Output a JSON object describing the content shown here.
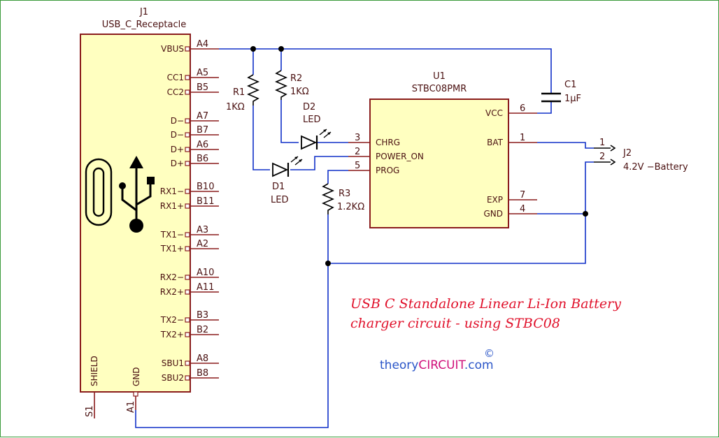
{
  "j1": {
    "ref": "J1",
    "value": "USB_C_Receptacle",
    "pins": [
      {
        "name": "VBUS",
        "num": "A4"
      },
      {
        "name": "CC1",
        "num": "A5"
      },
      {
        "name": "CC2",
        "num": "B5"
      },
      {
        "name": "D−",
        "num": "A7"
      },
      {
        "name": "D−",
        "num": "B7"
      },
      {
        "name": "D+",
        "num": "A6"
      },
      {
        "name": "D+",
        "num": "B6"
      },
      {
        "name": "RX1−",
        "num": "B10"
      },
      {
        "name": "RX1+",
        "num": "B11"
      },
      {
        "name": "TX1−",
        "num": "A3"
      },
      {
        "name": "TX1+",
        "num": "A2"
      },
      {
        "name": "RX2−",
        "num": "A10"
      },
      {
        "name": "RX2+",
        "num": "A11"
      },
      {
        "name": "TX2−",
        "num": "B3"
      },
      {
        "name": "TX2+",
        "num": "B2"
      },
      {
        "name": "SBU1",
        "num": "A8"
      },
      {
        "name": "SBU2",
        "num": "B8"
      }
    ],
    "shield_name": "SHIELD",
    "shield_num": "S1",
    "gnd_name": "GND",
    "gnd_num": "A1"
  },
  "u1": {
    "ref": "U1",
    "value": "STBC08PMR",
    "pins": [
      {
        "name": "CHRG",
        "num": "3"
      },
      {
        "name": "POWER_ON",
        "num": "2"
      },
      {
        "name": "PROG",
        "num": "5"
      },
      {
        "name": "VCC",
        "num": "6"
      },
      {
        "name": "BAT",
        "num": "1"
      },
      {
        "name": "EXP",
        "num": "7"
      },
      {
        "name": "GND",
        "num": "4"
      }
    ]
  },
  "r1": {
    "ref": "R1",
    "value": "1KΩ"
  },
  "r2": {
    "ref": "R2",
    "value": "1KΩ"
  },
  "r3": {
    "ref": "R3",
    "value": "1.2KΩ"
  },
  "d1": {
    "ref": "D1",
    "value": "LED"
  },
  "d2": {
    "ref": "D2",
    "value": "LED"
  },
  "c1": {
    "ref": "C1",
    "value": "1μF"
  },
  "j2": {
    "ref": "J2",
    "value": "4.2V −Battery",
    "pin1": "1",
    "pin2": "2"
  },
  "caption": {
    "line1": "USB C Standalone Linear Li-Ion Battery",
    "line2": "charger circuit - using STBC08"
  },
  "brand": {
    "part1": "theory",
    "part2": "CIRCUIT",
    "part3": ".com",
    "copyright": "©"
  },
  "colors": {
    "wire": "#1030c8",
    "component": "#8a1c1c",
    "body_fill": "#ffffc0",
    "caption": "#e0102a"
  }
}
